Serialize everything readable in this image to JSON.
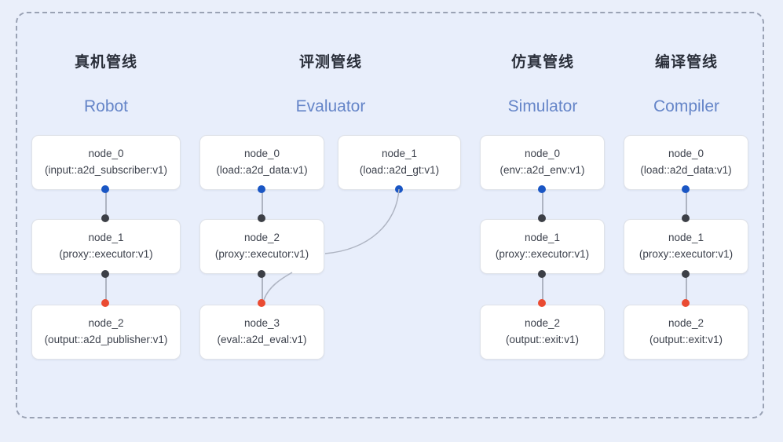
{
  "diagram": {
    "frame_style": "dashed-rounded",
    "background_color": "#e8eefb",
    "border_color": "#9aa2b4"
  },
  "colors": {
    "port_input": "#1a56c4",
    "port_proxy": "#3c3f46",
    "port_output": "#ea4b32",
    "edge": "#aeb4c2",
    "title_cn": "#2a2f3a",
    "title_en": "#6585c8"
  },
  "columns": [
    {
      "title_cn": "真机管线",
      "title_en": "Robot",
      "nodes": [
        {
          "name": "node_0",
          "impl": "(input::a2d_subscriber:v1)"
        },
        {
          "name": "node_1",
          "impl": "(proxy::executor:v1)"
        },
        {
          "name": "node_2",
          "impl": "(output::a2d_publisher:v1)"
        }
      ]
    },
    {
      "title_cn": "评测管线",
      "title_en": "Evaluator",
      "nodes": [
        {
          "name": "node_0",
          "impl": "(load::a2d_data:v1)"
        },
        {
          "name": "node_1",
          "impl": "(load::a2d_gt:v1)"
        },
        {
          "name": "node_2",
          "impl": "(proxy::executor:v1)"
        },
        {
          "name": "node_3",
          "impl": "(eval::a2d_eval:v1)"
        }
      ]
    },
    {
      "title_cn": "仿真管线",
      "title_en": "Simulator",
      "nodes": [
        {
          "name": "node_0",
          "impl": "(env::a2d_env:v1)"
        },
        {
          "name": "node_1",
          "impl": "(proxy::executor:v1)"
        },
        {
          "name": "node_2",
          "impl": "(output::exit:v1)"
        }
      ]
    },
    {
      "title_cn": "编译管线",
      "title_en": "Compiler",
      "nodes": [
        {
          "name": "node_0",
          "impl": "(load::a2d_data:v1)"
        },
        {
          "name": "node_1",
          "impl": "(proxy::executor:v1)"
        },
        {
          "name": "node_2",
          "impl": "(output::exit:v1)"
        }
      ]
    }
  ]
}
